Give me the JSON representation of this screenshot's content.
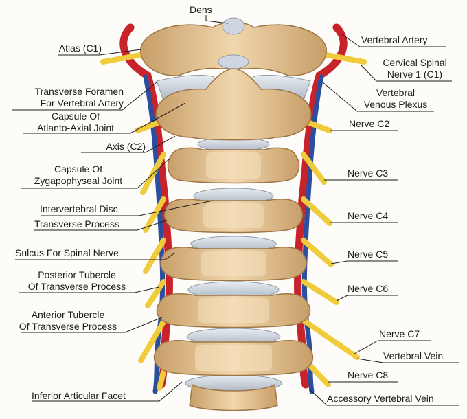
{
  "diagram": {
    "labels_left": [
      {
        "id": "atlas",
        "lines": [
          "Atlas (C1)"
        ]
      },
      {
        "id": "transverse-foramen",
        "lines": [
          "Transverse Foramen",
          "For Vertebral Artery"
        ]
      },
      {
        "id": "capsule-atlanto-axial",
        "lines": [
          "Capsule Of",
          "Atlanto-Axial Joint"
        ]
      },
      {
        "id": "axis",
        "lines": [
          "Axis (C2)"
        ]
      },
      {
        "id": "capsule-zygapophyseal",
        "lines": [
          "Capsule Of",
          "Zygapophyseal Joint"
        ]
      },
      {
        "id": "intervertebral-disc",
        "lines": [
          "Intervertebral Disc"
        ]
      },
      {
        "id": "transverse-process",
        "lines": [
          "Transverse Process"
        ]
      },
      {
        "id": "sulcus-spinal-nerve",
        "lines": [
          "Sulcus For Spinal Nerve"
        ]
      },
      {
        "id": "posterior-tubercle",
        "lines": [
          "Posterior Tubercle",
          "Of Transverse Process"
        ]
      },
      {
        "id": "anterior-tubercle",
        "lines": [
          "Anterior Tubercle",
          "Of Transverse Process"
        ]
      },
      {
        "id": "inferior-articular-facet",
        "lines": [
          "Inferior Articular Facet"
        ]
      }
    ],
    "labels_top": [
      {
        "id": "dens",
        "lines": [
          "Dens"
        ]
      }
    ],
    "labels_right": [
      {
        "id": "vertebral-artery",
        "lines": [
          "Vertebral Artery"
        ]
      },
      {
        "id": "cervical-spinal-nerve-1",
        "lines": [
          "Cervical Spinal",
          "Nerve 1 (C1)"
        ]
      },
      {
        "id": "vertebral-venous-plexus",
        "lines": [
          "Vertebral",
          "Venous Plexus"
        ]
      },
      {
        "id": "nerve-c2",
        "lines": [
          "Nerve C2"
        ]
      },
      {
        "id": "nerve-c3",
        "lines": [
          "Nerve C3"
        ]
      },
      {
        "id": "nerve-c4",
        "lines": [
          "Nerve C4"
        ]
      },
      {
        "id": "nerve-c5",
        "lines": [
          "Nerve C5"
        ]
      },
      {
        "id": "nerve-c6",
        "lines": [
          "Nerve C6"
        ]
      },
      {
        "id": "nerve-c7",
        "lines": [
          "Nerve C7"
        ]
      },
      {
        "id": "vertebral-vein",
        "lines": [
          "Vertebral Vein"
        ]
      },
      {
        "id": "nerve-c8",
        "lines": [
          "Nerve C8"
        ]
      },
      {
        "id": "accessory-vertebral-vein",
        "lines": [
          "Accessory Vertebral Vein"
        ]
      }
    ],
    "colors": {
      "bone": "#e6c798",
      "bone_shadow": "#b98f5c",
      "disc": "#cfd6df",
      "artery": "#c8222b",
      "vein": "#2b4f9e",
      "nerve": "#f0cc3c",
      "leader": "#1c1c1c"
    }
  }
}
